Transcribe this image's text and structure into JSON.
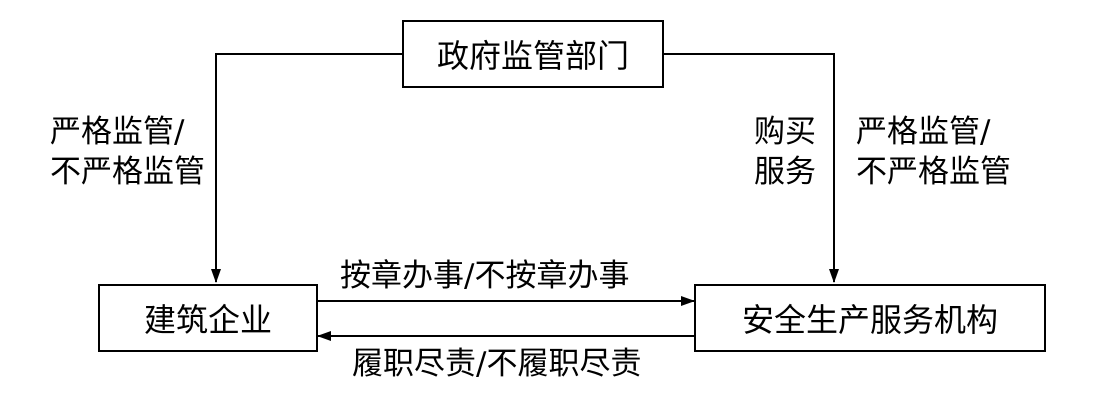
{
  "nodes": {
    "government": "政府监管部门",
    "enterprise": "建筑企业",
    "agency": "安全生产服务机构"
  },
  "edges": {
    "gov_to_enterprise": {
      "line1": "严格监管/",
      "line2": "不严格监管"
    },
    "gov_to_agency_purchase": {
      "line1": "购买",
      "line2": "服务"
    },
    "gov_to_agency_supervise": {
      "line1": "严格监管/",
      "line2": "不严格监管"
    },
    "enterprise_to_agency": "按章办事/不按章办事",
    "agency_to_enterprise": "履职尽责/不履职尽责"
  }
}
